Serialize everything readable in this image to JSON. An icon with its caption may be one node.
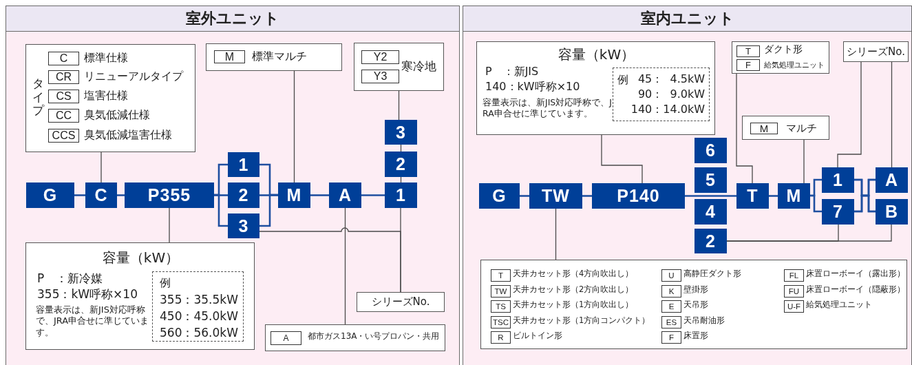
{
  "diagram": {
    "nodes": [
      {
        "text": [
          "室外ユニット"
        ]
      },
      {
        "text": [
          "室内ユニット"
        ]
      },
      {
        "text": [
          "タイプ",
          "C",
          "標準仕様",
          "CR",
          "リニューアルタイプ",
          "CS",
          "塩害仕様",
          "CC",
          "臭気低減仕様",
          "CCS",
          "臭気低減塩害仕様"
        ],
        "in": 0
      },
      {
        "text": [
          "M",
          "標準マルチ"
        ],
        "in": 0
      },
      {
        "text": [
          "Y2",
          "Y3",
          "寒冷地"
        ],
        "in": 0
      },
      {
        "text": [
          "G"
        ],
        "in": 0
      },
      {
        "text": [
          "C"
        ],
        "in": 0
      },
      {
        "text": [
          "P355"
        ],
        "in": 0
      },
      {
        "text": [
          "1"
        ],
        "in": 0
      },
      {
        "text": [
          "2"
        ],
        "in": 0
      },
      {
        "text": [
          "3"
        ],
        "in": 0
      },
      {
        "text": [
          "M"
        ],
        "in": 0
      },
      {
        "text": [
          "A"
        ],
        "in": 0
      },
      {
        "text": [
          "1"
        ],
        "in": 0
      },
      {
        "text": [
          "2"
        ],
        "in": 0
      },
      {
        "text": [
          "3"
        ],
        "in": 0
      },
      {
        "text": [
          "容量（kW）",
          "P　：新冷媒",
          "355：kW呼称×10",
          "容量表示は、新JIS対応呼称で、JRA申合せに準じています。"
        ],
        "in": 0
      },
      {
        "text": [
          "例",
          "355：35.5kW",
          "450：45.0kW",
          "560：56.0kW"
        ],
        "in": 16
      },
      {
        "text": [
          "シリーズNo."
        ],
        "in": 0
      },
      {
        "text": [
          "A",
          "都市ガス13A・い号プロパン・共用"
        ],
        "in": 0
      },
      {
        "text": [
          "容量（kW）",
          "P　：新JIS",
          "140：kW呼称×10",
          "容量表示は、新JIS対応呼称で、JRA申合せに準じています。"
        ],
        "in": 1
      },
      {
        "text": [
          "例",
          "45：  4.5kW",
          "90：  9.0kW",
          "140：14.0kW"
        ],
        "in": 20
      },
      {
        "text": [
          "T",
          "ダクト形",
          "F",
          "給気処理ユニット"
        ],
        "in": 1
      },
      {
        "text": [
          "シリーズNo."
        ],
        "in": 1
      },
      {
        "text": [
          "M",
          "マルチ"
        ],
        "in": 1
      },
      {
        "text": [
          "G"
        ],
        "in": 1
      },
      {
        "text": [
          "TW"
        ],
        "in": 1
      },
      {
        "text": [
          "P140"
        ],
        "in": 1
      },
      {
        "text": [
          "6"
        ],
        "in": 1
      },
      {
        "text": [
          "5"
        ],
        "in": 1
      },
      {
        "text": [
          "4"
        ],
        "in": 1
      },
      {
        "text": [
          "2"
        ],
        "in": 1
      },
      {
        "text": [
          "T"
        ],
        "in": 1
      },
      {
        "text": [
          "M"
        ],
        "in": 1
      },
      {
        "text": [
          "1"
        ],
        "in": 1
      },
      {
        "text": [
          "7"
        ],
        "in": 1
      },
      {
        "text": [
          "A"
        ],
        "in": 1
      },
      {
        "text": [
          "B"
        ],
        "in": 1
      },
      {
        "text": [
          "T",
          "天井カセット形（4方向吹出し）",
          "TW",
          "天井カセット形（2方向吹出し）",
          "TS",
          "天井カセット形（1方向吹出し）",
          "TSC",
          "天井カセット形（1方向コンパクト）",
          "R",
          "ビルトイン形",
          "U",
          "高静圧ダクト形",
          "K",
          "壁掛形",
          "E",
          "天吊形",
          "ES",
          "天吊耐油形",
          "F",
          "床置形",
          "FL",
          "床置ローボーイ（露出形）",
          "FU",
          "床置ローボーイ（隠蔽形）",
          "U-F",
          "給気処理ユニット"
        ],
        "in": 1
      }
    ],
    "edges": [
      {
        "from": 5,
        "to": 6,
        "arrow": "none"
      },
      {
        "from": 6,
        "to": 7,
        "arrow": "none"
      },
      {
        "from": 7,
        "to": 8,
        "arrow": "none"
      },
      {
        "from": 7,
        "to": 9,
        "arrow": "none"
      },
      {
        "from": 7,
        "to": 10,
        "arrow": "none"
      },
      {
        "from": 8,
        "to": 11,
        "arrow": "none"
      },
      {
        "from": 9,
        "to": 11,
        "arrow": "none"
      },
      {
        "from": 10,
        "to": 11,
        "arrow": "none"
      },
      {
        "from": 11,
        "to": 12,
        "arrow": "none"
      },
      {
        "from": 12,
        "to": 13,
        "arrow": "none"
      },
      {
        "from": 13,
        "to": 14,
        "arrow": "none",
        "color": "#4a4a4a"
      },
      {
        "from": 14,
        "to": 15,
        "arrow": "none",
        "color": "#4a4a4a"
      },
      {
        "from": 15,
        "to": 4,
        "arrow": "none",
        "color": "#4a4a4a"
      },
      {
        "from": 2,
        "to": 6,
        "arrow": "none",
        "color": "#4a4a4a"
      },
      {
        "from": 3,
        "to": 11,
        "arrow": "none",
        "color": "#4a4a4a"
      },
      {
        "from": 16,
        "to": 7,
        "arrow": "none",
        "color": "#4a4a4a"
      },
      {
        "from": 19,
        "to": 12,
        "arrow": "none",
        "color": "#4a4a4a"
      },
      {
        "from": 13,
        "to": 18,
        "arrow": "none",
        "color": "#4a4a4a"
      },
      {
        "from": 10,
        "to": 18,
        "arrow": "none",
        "color": "#4a4a4a"
      },
      {
        "from": 25,
        "to": 26,
        "arrow": "none"
      },
      {
        "from": 26,
        "to": 27,
        "arrow": "none"
      },
      {
        "from": 27,
        "to": 32,
        "arrow": "none"
      },
      {
        "from": 32,
        "to": 33,
        "arrow": "none"
      },
      {
        "from": 33,
        "to": 34,
        "arrow": "none"
      },
      {
        "from": 33,
        "to": 35,
        "arrow": "none"
      },
      {
        "from": 34,
        "to": 36,
        "arrow": "none"
      },
      {
        "from": 34,
        "to": 37,
        "arrow": "none"
      },
      {
        "from": 35,
        "to": 36,
        "arrow": "none"
      },
      {
        "from": 35,
        "to": 37,
        "arrow": "none"
      },
      {
        "from": 20,
        "to": 27,
        "arrow": "none",
        "color": "#4a4a4a"
      },
      {
        "from": 22,
        "to": 32,
        "arrow": "none",
        "color": "#4a4a4a"
      },
      {
        "from": 24,
        "to": 33,
        "arrow": "none",
        "color": "#4a4a4a"
      },
      {
        "from": 23,
        "to": 34,
        "arrow": "none",
        "color": "#4a4a4a"
      },
      {
        "from": 23,
        "to": 36,
        "arrow": "none",
        "color": "#4a4a4a"
      },
      {
        "from": 26,
        "to": 38,
        "arrow": "none",
        "color": "#4a4a4a"
      },
      {
        "from": 35,
        "to": 31,
        "arrow": "none",
        "color": "#4a4a4a"
      },
      {
        "from": 37,
        "to": 31,
        "arrow": "none",
        "color": "#4a4a4a"
      }
    ]
  }
}
